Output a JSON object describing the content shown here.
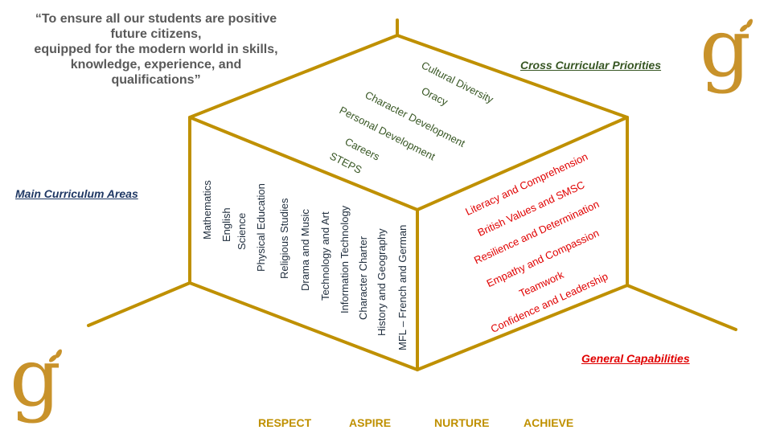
{
  "quote": {
    "lines": [
      "“To ensure all our students are positive",
      "future citizens,",
      "equipped for the modern world in skills,",
      "knowledge, experience, and",
      "qualifications”"
    ]
  },
  "headings": {
    "main": "Main Curriculum Areas",
    "cross": "Cross Curricular Priorities",
    "general": "General Capabilities"
  },
  "main_curriculum": [
    "Mathematics",
    "English",
    "Science",
    "Physical Education",
    "Religious Studies",
    "Drama and Music",
    "Technology and Art",
    "Information Technology",
    "Character Charter",
    "History and Geography",
    "MFL – French and German"
  ],
  "cross_curricular": [
    "Cultural Diversity",
    "Oracy",
    "Character Development",
    "Personal Development",
    "Careers",
    "STEPS"
  ],
  "general_capabilities": [
    "Literacy and Comprehension",
    "British Values and SMSC",
    "Resilience and Determination",
    "Empathy and Compassion",
    "Teamwork",
    "Confidence and Leadership"
  ],
  "values": [
    "RESPECT",
    "ASPIRE",
    "NURTURE",
    "ACHIEVE"
  ],
  "logo": {
    "glyph": "g"
  },
  "colors": {
    "frame": "#bf9000",
    "main_text": "#1f2d3d",
    "cross_text": "#375623",
    "general_text": "#e00000",
    "values_text": "#bf9000",
    "logo": "#c8922a"
  }
}
